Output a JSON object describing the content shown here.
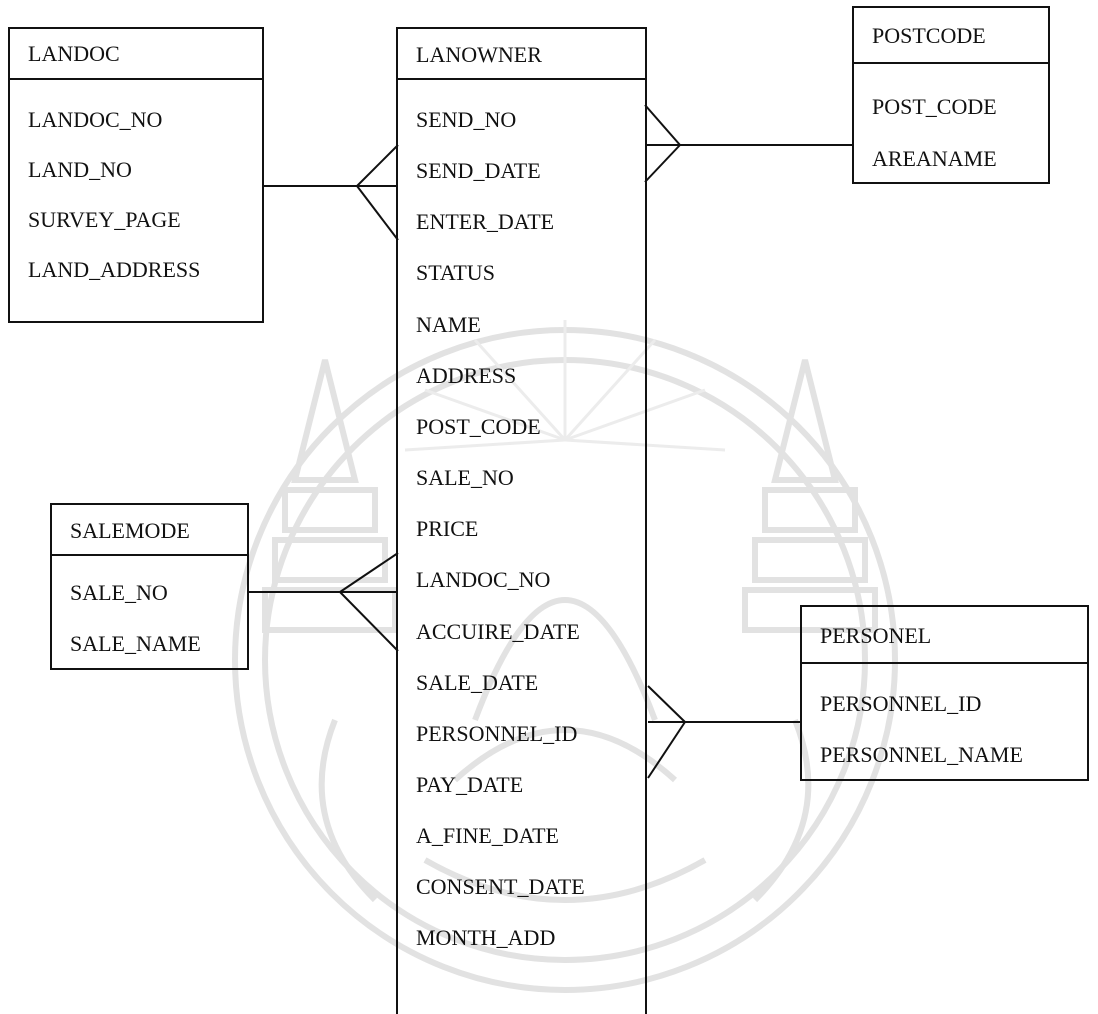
{
  "entities": {
    "landoc": {
      "title": "LANDOC",
      "attributes": [
        "LANDOC_NO",
        "LAND_NO",
        "SURVEY_PAGE",
        "LAND_ADDRESS"
      ]
    },
    "lanowner": {
      "title": "LANOWNER",
      "attributes": [
        "SEND_NO",
        "SEND_DATE",
        "ENTER_DATE",
        "STATUS",
        "NAME",
        "ADDRESS",
        "POST_CODE",
        "SALE_NO",
        "PRICE",
        "LANDOC_NO",
        "ACCUIRE_DATE",
        "SALE_DATE",
        "PERSONNEL_ID",
        "PAY_DATE",
        "A_FINE_DATE",
        "CONSENT_DATE",
        "MONTH_ADD"
      ]
    },
    "postcode": {
      "title": "POSTCODE",
      "attributes": [
        "POST_CODE",
        "AREANAME"
      ]
    },
    "salemode": {
      "title": "SALEMODE",
      "attributes": [
        "SALE_NO",
        "SALE_NAME"
      ]
    },
    "personel": {
      "title": "PERSONEL",
      "attributes": [
        "PERSONNEL_ID",
        "PERSONNEL_NAME"
      ]
    }
  },
  "relationships": [
    {
      "from": "landoc",
      "to": "lanowner",
      "cardinality": "one-to-many"
    },
    {
      "from": "postcode",
      "to": "lanowner",
      "cardinality": "one-to-many"
    },
    {
      "from": "salemode",
      "to": "lanowner",
      "cardinality": "one-to-many"
    },
    {
      "from": "personel",
      "to": "lanowner",
      "cardinality": "one-to-many"
    }
  ],
  "colors": {
    "line": "#111111",
    "watermark": "#e2e2e2",
    "background": "#ffffff"
  }
}
